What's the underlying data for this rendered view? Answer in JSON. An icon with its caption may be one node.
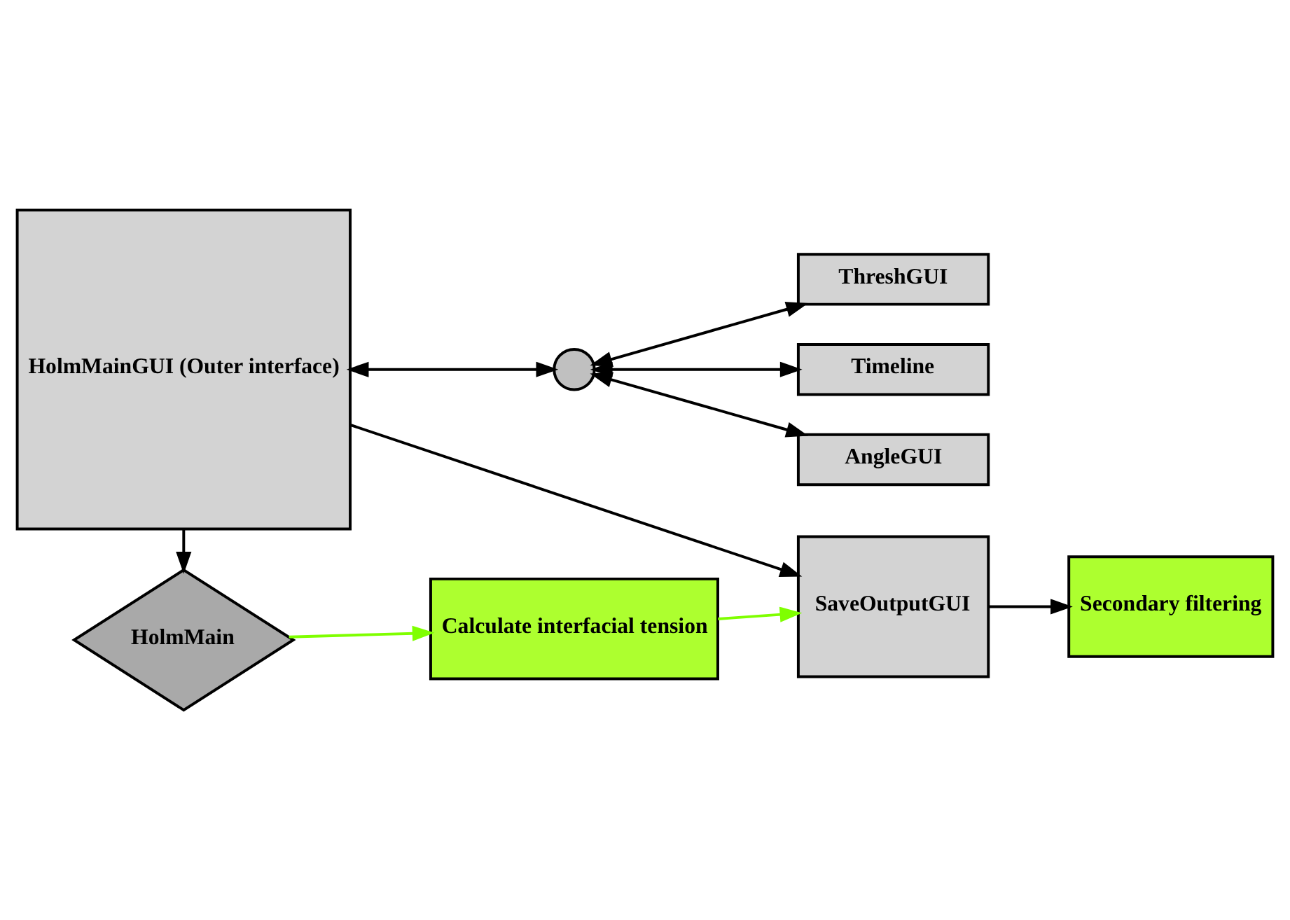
{
  "diagram": {
    "nodes": [
      {
        "text": [
          "HolmMainGUI (Outer interface)"
        ]
      },
      {
        "text": [],
        "shape": "circle"
      },
      {
        "text": [
          "ThreshGUI"
        ]
      },
      {
        "text": [
          "Timeline"
        ]
      },
      {
        "text": [
          "AngleGUI"
        ]
      },
      {
        "text": [
          "SaveOutputGUI"
        ]
      },
      {
        "text": [
          "Secondary filtering"
        ]
      },
      {
        "text": [
          "HolmMain"
        ]
      },
      {
        "text": [
          "Calculate interfacial tension"
        ]
      }
    ],
    "edges": [
      {
        "from": 0,
        "to": 1,
        "arrow": "both"
      },
      {
        "from": 1,
        "to": 2,
        "arrow": "both"
      },
      {
        "from": 1,
        "to": 3,
        "arrow": "both"
      },
      {
        "from": 1,
        "to": 4,
        "arrow": "both"
      },
      {
        "from": 0,
        "to": 5,
        "arrow": "to"
      },
      {
        "from": 5,
        "to": 6,
        "arrow": "to"
      },
      {
        "from": 0,
        "to": 7,
        "arrow": "to"
      },
      {
        "from": 7,
        "to": 8,
        "arrow": "to",
        "color": "#7fff00"
      },
      {
        "from": 8,
        "to": 5,
        "arrow": "to",
        "color": "#7fff00"
      }
    ]
  }
}
